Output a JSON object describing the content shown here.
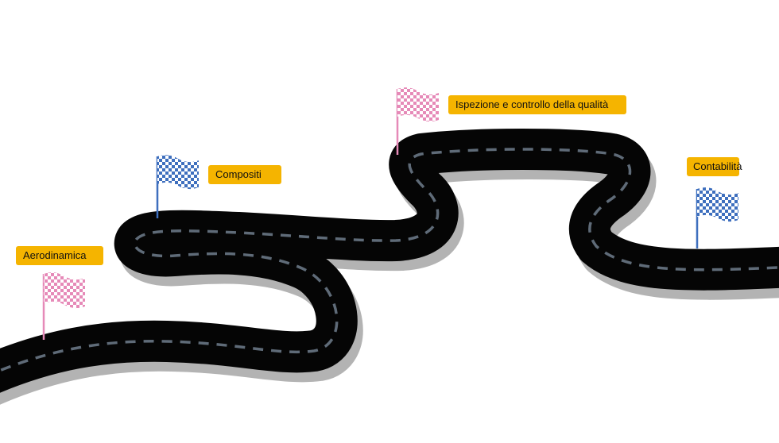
{
  "colors": {
    "road": "#050505",
    "road_shadow": "#b3b3b3",
    "lane_markings": "#5f6b78",
    "label_background": "#f5b400",
    "pink_flag": "#e68ab8",
    "blue_flag": "#3e6fbe"
  },
  "milestones": [
    {
      "label": "Aerodinamica",
      "flag_color": "pink",
      "icon": "checkered-flag-icon"
    },
    {
      "label": "Compositi",
      "flag_color": "blue",
      "icon": "checkered-flag-icon"
    },
    {
      "label": "Ispezione e controllo della qualità",
      "flag_color": "pink",
      "icon": "checkered-flag-icon"
    },
    {
      "label": "Contabilità",
      "flag_color": "blue",
      "icon": "checkered-flag-icon"
    }
  ]
}
